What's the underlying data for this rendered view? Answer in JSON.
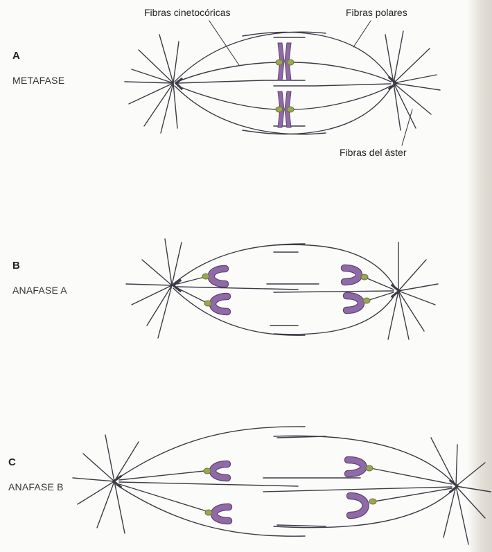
{
  "labels": {
    "fibras_cinetocoricas": "Fibras cinetocóricas",
    "fibras_polares": "Fibras polares",
    "fibras_del_aster": "Fibras del áster"
  },
  "panels": [
    {
      "letter": "A",
      "title": "METAFASE"
    },
    {
      "letter": "B",
      "title": "ANAFASE A"
    },
    {
      "letter": "C",
      "title": "ANAFASE B"
    }
  ],
  "colors": {
    "fibers": "#3d3a45",
    "chromosome": "#8f6aa6",
    "kinetochore": "#9aa652"
  }
}
